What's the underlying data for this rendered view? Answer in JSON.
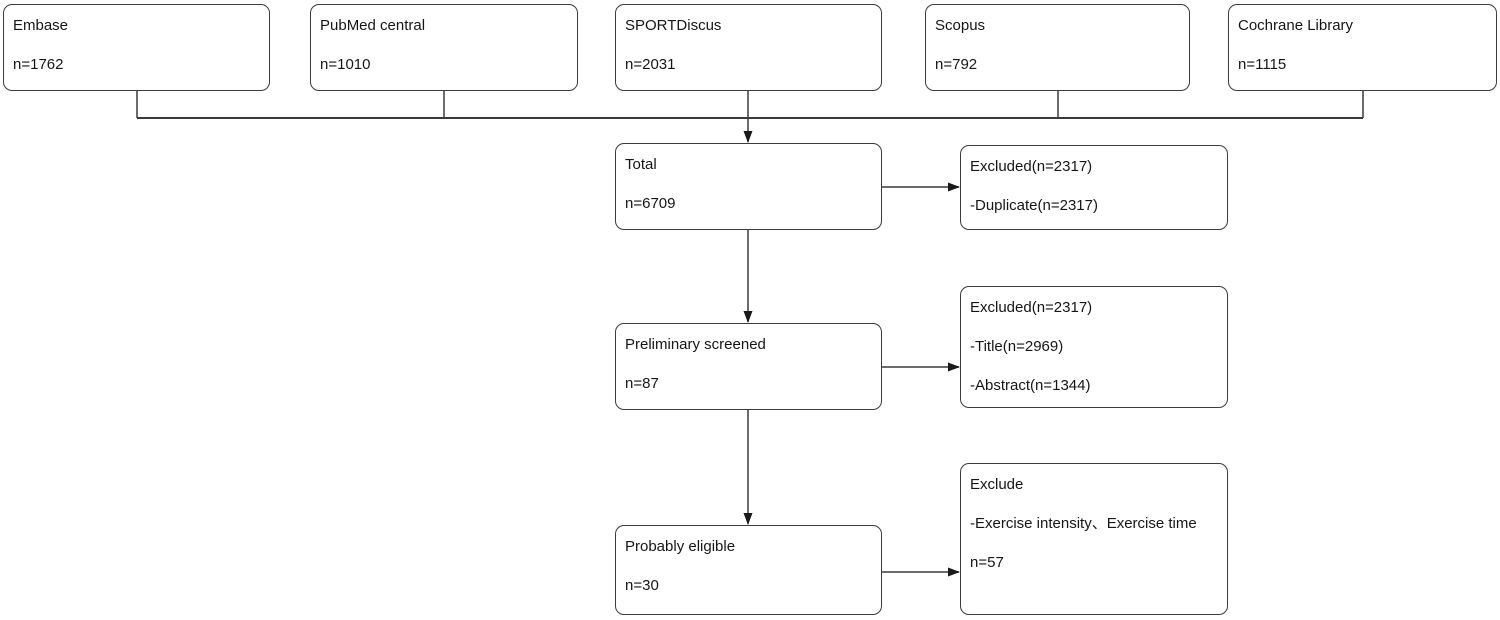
{
  "diagram": {
    "type": "prisma-flowchart",
    "colors": {
      "background": "#ffffff",
      "box_border": "#3c3c3c",
      "line": "#3a3a3a",
      "text": "#161616"
    },
    "sources": [
      {
        "label": "Embase",
        "count": "n=1762"
      },
      {
        "label": "PubMed central",
        "count": "n=1010"
      },
      {
        "label": "SPORTDiscus",
        "count": "n=2031"
      },
      {
        "label": "Scopus",
        "count": "n=792"
      },
      {
        "label": "Cochrane Library",
        "count": "n=1115"
      }
    ],
    "flow": [
      {
        "label": "Total",
        "count": "n=6709"
      },
      {
        "label": "Preliminary screened",
        "count": "n=87"
      },
      {
        "label": "Probably eligible",
        "count": "n=30"
      }
    ],
    "exclusions": [
      {
        "lines": [
          "Excluded(n=2317)",
          "-Duplicate(n=2317)"
        ]
      },
      {
        "lines": [
          "Excluded(n=2317)",
          "-Title(n=2969)",
          "-Abstract(n=1344)"
        ]
      },
      {
        "lines": [
          "Exclude",
          "-Exercise intensity、Exercise time",
          "n=57"
        ]
      }
    ]
  }
}
